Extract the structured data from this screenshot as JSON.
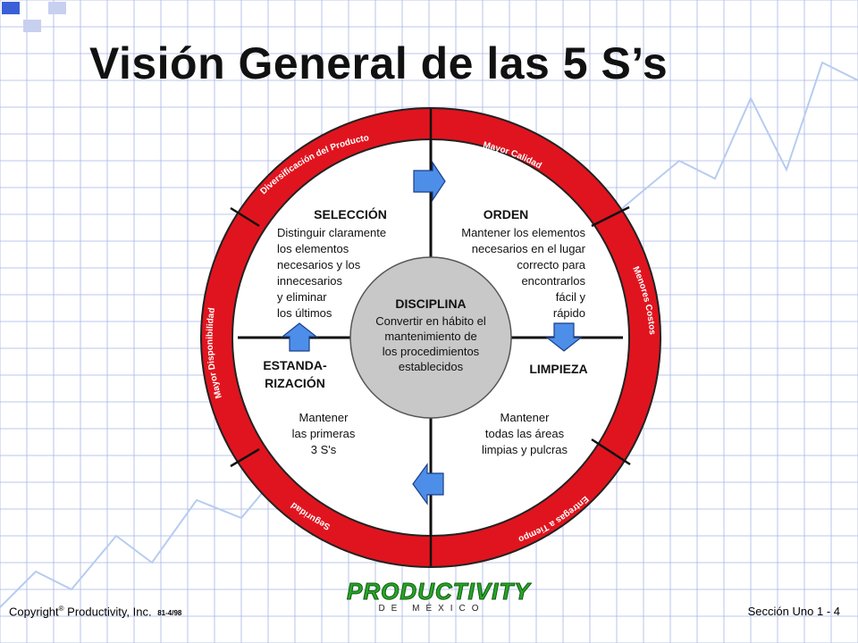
{
  "title": "Visión General de las 5 S’s",
  "colors": {
    "ring": "#e0141e",
    "ring_dark": "#222222",
    "grid": "#a9b4e6",
    "trend": "#b7ccf0",
    "center": "#c8c8c8",
    "arrow": "#4d8ee8",
    "logo": "#2aa52a"
  },
  "ring_labels": {
    "top_left": "Diversificación del Producto",
    "top_right": "Mayor Calidad",
    "right": "Menores Costos",
    "bottom_right": "Entregas a Tiempo",
    "bottom_left": "Seguridad",
    "left": "Mayor Disponibilidad"
  },
  "quadrants": {
    "seleccion": {
      "title": "SELECCIÓN",
      "lines": [
        "Distinguir claramente",
        "los elementos",
        "necesarios y los",
        "innecesarios",
        "y eliminar",
        "los últimos"
      ]
    },
    "orden": {
      "title": "ORDEN",
      "lines": [
        "Mantener los elementos",
        "necesarios en el lugar",
        "correcto para",
        "encontrarlos",
        "fácil y",
        "rápido"
      ]
    },
    "limpieza": {
      "title": "LIMPIEZA",
      "lines": [
        "Mantener",
        "todas las áreas",
        "limpias y pulcras"
      ]
    },
    "estandarizacion": {
      "title_lines": [
        "ESTANDA-",
        "RIZACIÓN"
      ],
      "lines": [
        "Mantener",
        "las primeras",
        "3 S's"
      ]
    }
  },
  "center": {
    "title": "DISCIPLINA",
    "lines": [
      "Convertir en hábito el",
      "mantenimiento de",
      "los procedimientos",
      "establecidos"
    ]
  },
  "arrows": [
    {
      "name": "arrow-top-right-icon",
      "direction": "right"
    },
    {
      "name": "arrow-right-down-icon",
      "direction": "down"
    },
    {
      "name": "arrow-bottom-left-icon",
      "direction": "left"
    },
    {
      "name": "arrow-left-up-icon",
      "direction": "up"
    }
  ],
  "footer": {
    "copyright": "Copyright",
    "registered": "®",
    "company": "Productivity, Inc.",
    "code": "81-4/98",
    "section": "Sección Uno",
    "page": "1 - 4"
  },
  "logo": {
    "main": "PRODUCTIVITY",
    "sub": "DE MÉXICO"
  }
}
